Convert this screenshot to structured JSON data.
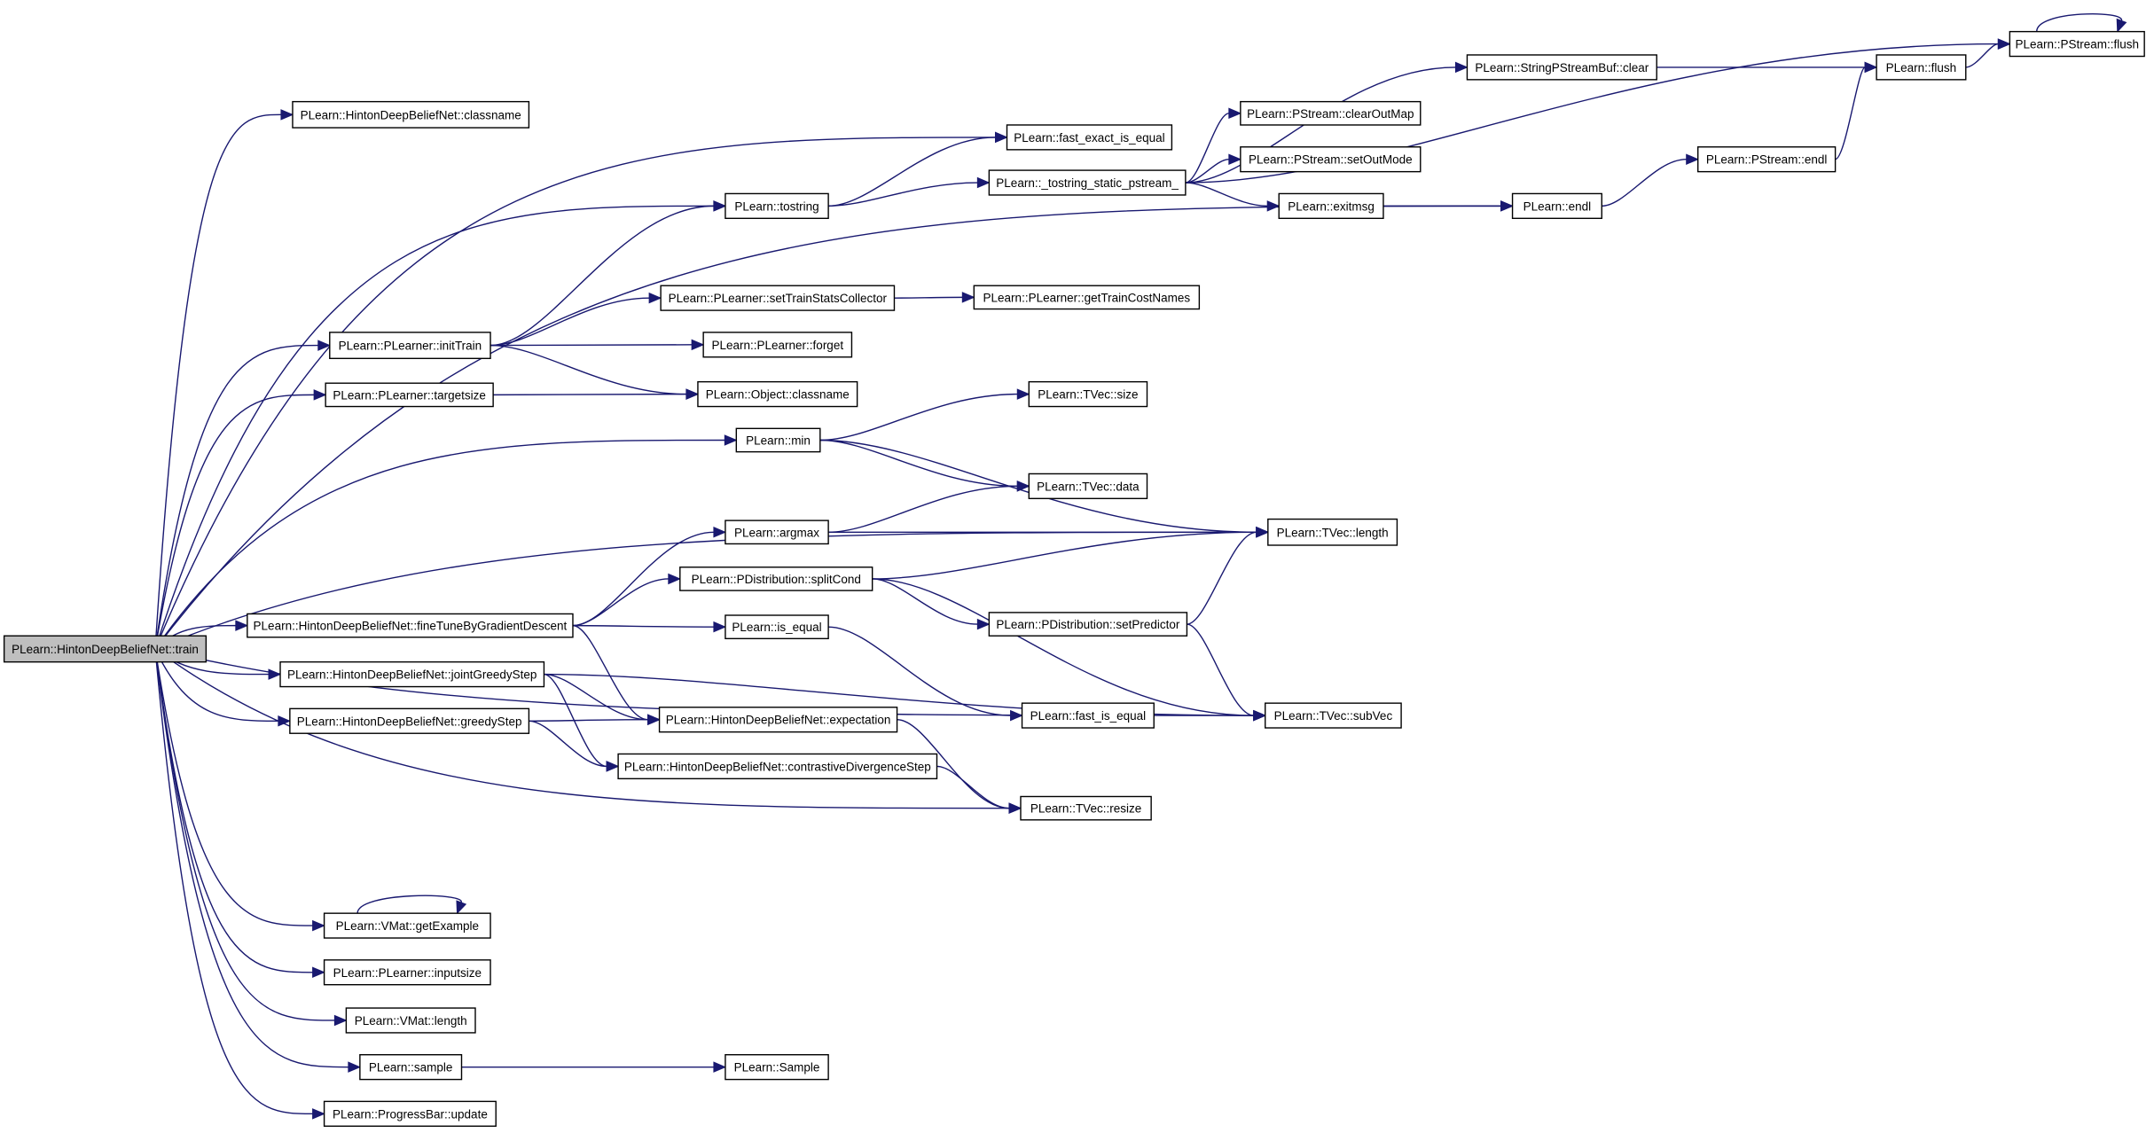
{
  "colors": {
    "edge": "#191970",
    "node_border": "#000000",
    "root_fill": "#bfbfbf",
    "node_fill": "#ffffff"
  },
  "nodes": [
    {
      "id": "train",
      "label": "PLearn::HintonDeepBeliefNet::train",
      "root": true
    },
    {
      "id": "classname_hdbn",
      "label": "PLearn::HintonDeepBeliefNet::classname"
    },
    {
      "id": "initTrain",
      "label": "PLearn::PLearner::initTrain"
    },
    {
      "id": "targetsize",
      "label": "PLearn::PLearner::targetsize"
    },
    {
      "id": "fineTune",
      "label": "PLearn::HintonDeepBeliefNet::fineTuneByGradientDescent"
    },
    {
      "id": "jointGreedyStep",
      "label": "PLearn::HintonDeepBeliefNet::jointGreedyStep"
    },
    {
      "id": "greedyStep",
      "label": "PLearn::HintonDeepBeliefNet::greedyStep"
    },
    {
      "id": "getExample",
      "label": "PLearn::VMat::getExample"
    },
    {
      "id": "inputsize",
      "label": "PLearn::PLearner::inputsize"
    },
    {
      "id": "vmat_length",
      "label": "PLearn::VMat::length"
    },
    {
      "id": "sample",
      "label": "PLearn::sample"
    },
    {
      "id": "pb_update",
      "label": "PLearn::ProgressBar::update"
    },
    {
      "id": "fast_exact_is_equal",
      "label": "PLearn::fast_exact_is_equal"
    },
    {
      "id": "tostring",
      "label": "PLearn::tostring"
    },
    {
      "id": "setTrainStatsCollector",
      "label": "PLearn::PLearner::setTrainStatsCollector"
    },
    {
      "id": "forget",
      "label": "PLearn::PLearner::forget"
    },
    {
      "id": "obj_classname",
      "label": "PLearn::Object::classname"
    },
    {
      "id": "min",
      "label": "PLearn::min"
    },
    {
      "id": "argmax",
      "label": "PLearn::argmax"
    },
    {
      "id": "splitCond",
      "label": "PLearn::PDistribution::splitCond"
    },
    {
      "id": "is_equal",
      "label": "PLearn::is_equal"
    },
    {
      "id": "expectation",
      "label": "PLearn::HintonDeepBeliefNet::expectation"
    },
    {
      "id": "cdStep",
      "label": "PLearn::HintonDeepBeliefNet::contrastiveDivergenceStep"
    },
    {
      "id": "Sample",
      "label": "PLearn::Sample"
    },
    {
      "id": "tostring_static",
      "label": "PLearn::_tostring_static_pstream_"
    },
    {
      "id": "getTrainCostNames",
      "label": "PLearn::PLearner::getTrainCostNames"
    },
    {
      "id": "tvec_size",
      "label": "PLearn::TVec::size"
    },
    {
      "id": "tvec_data",
      "label": "PLearn::TVec::data"
    },
    {
      "id": "setPredictor",
      "label": "PLearn::PDistribution::setPredictor"
    },
    {
      "id": "fast_is_equal",
      "label": "PLearn::fast_is_equal"
    },
    {
      "id": "tvec_resize",
      "label": "PLearn::TVec::resize"
    },
    {
      "id": "clearOutMap",
      "label": "PLearn::PStream::clearOutMap"
    },
    {
      "id": "setOutMode",
      "label": "PLearn::PStream::setOutMode"
    },
    {
      "id": "exitmsg",
      "label": "PLearn::exitmsg"
    },
    {
      "id": "tvec_length",
      "label": "PLearn::TVec::length"
    },
    {
      "id": "tvec_subVec",
      "label": "PLearn::TVec::subVec"
    },
    {
      "id": "spsb_clear",
      "label": "PLearn::StringPStreamBuf::clear"
    },
    {
      "id": "endl",
      "label": "PLearn::endl"
    },
    {
      "id": "ps_endl",
      "label": "PLearn::PStream::endl"
    },
    {
      "id": "flush",
      "label": "PLearn::flush"
    },
    {
      "id": "ps_flush",
      "label": "PLearn::PStream::flush"
    }
  ],
  "edges": [
    [
      "train",
      "classname_hdbn"
    ],
    [
      "train",
      "fast_exact_is_equal"
    ],
    [
      "train",
      "tostring"
    ],
    [
      "train",
      "endl"
    ],
    [
      "train",
      "initTrain"
    ],
    [
      "train",
      "targetsize"
    ],
    [
      "train",
      "min"
    ],
    [
      "train",
      "tvec_length"
    ],
    [
      "train",
      "fineTune"
    ],
    [
      "train",
      "jointGreedyStep"
    ],
    [
      "train",
      "greedyStep"
    ],
    [
      "train",
      "tvec_resize"
    ],
    [
      "train",
      "tvec_subVec"
    ],
    [
      "train",
      "getExample"
    ],
    [
      "train",
      "inputsize"
    ],
    [
      "train",
      "vmat_length"
    ],
    [
      "train",
      "sample"
    ],
    [
      "train",
      "pb_update"
    ],
    [
      "tostring",
      "fast_exact_is_equal"
    ],
    [
      "tostring",
      "tostring_static"
    ],
    [
      "tostring_static",
      "ps_flush"
    ],
    [
      "tostring_static",
      "spsb_clear"
    ],
    [
      "tostring_static",
      "clearOutMap"
    ],
    [
      "tostring_static",
      "setOutMode"
    ],
    [
      "tostring_static",
      "exitmsg"
    ],
    [
      "spsb_clear",
      "flush"
    ],
    [
      "flush",
      "ps_flush"
    ],
    [
      "ps_flush",
      "ps_flush"
    ],
    [
      "exitmsg",
      "endl"
    ],
    [
      "endl",
      "ps_endl"
    ],
    [
      "ps_endl",
      "flush"
    ],
    [
      "initTrain",
      "tostring"
    ],
    [
      "initTrain",
      "setTrainStatsCollector"
    ],
    [
      "initTrain",
      "forget"
    ],
    [
      "initTrain",
      "obj_classname"
    ],
    [
      "setTrainStatsCollector",
      "getTrainCostNames"
    ],
    [
      "targetsize",
      "obj_classname"
    ],
    [
      "min",
      "tvec_size"
    ],
    [
      "min",
      "tvec_length"
    ],
    [
      "min",
      "tvec_data"
    ],
    [
      "argmax",
      "tvec_data"
    ],
    [
      "argmax",
      "tvec_length"
    ],
    [
      "fineTune",
      "argmax"
    ],
    [
      "fineTune",
      "splitCond"
    ],
    [
      "fineTune",
      "is_equal"
    ],
    [
      "fineTune",
      "expectation"
    ],
    [
      "splitCond",
      "tvec_length"
    ],
    [
      "splitCond",
      "setPredictor"
    ],
    [
      "splitCond",
      "tvec_subVec"
    ],
    [
      "setPredictor",
      "tvec_length"
    ],
    [
      "setPredictor",
      "tvec_subVec"
    ],
    [
      "is_equal",
      "fast_is_equal"
    ],
    [
      "jointGreedyStep",
      "tvec_subVec"
    ],
    [
      "jointGreedyStep",
      "expectation"
    ],
    [
      "jointGreedyStep",
      "cdStep"
    ],
    [
      "greedyStep",
      "expectation"
    ],
    [
      "greedyStep",
      "cdStep"
    ],
    [
      "expectation",
      "tvec_resize"
    ],
    [
      "cdStep",
      "tvec_resize"
    ],
    [
      "getExample",
      "getExample"
    ],
    [
      "sample",
      "Sample"
    ]
  ]
}
